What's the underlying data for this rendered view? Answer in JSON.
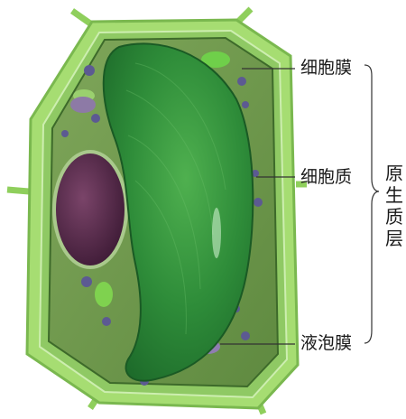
{
  "labels": {
    "cell_membrane": "细胞膜",
    "cytoplasm": "细胞质",
    "vacuole_membrane": "液泡膜",
    "protoplast": "原生质层"
  },
  "colors": {
    "cell_wall": "#9fd86a",
    "cytoplasm": "#6f9a4a",
    "vacuole": "#2f8f3a",
    "nucleus": "#5a2c4e",
    "organelle": "#5c5a92"
  }
}
